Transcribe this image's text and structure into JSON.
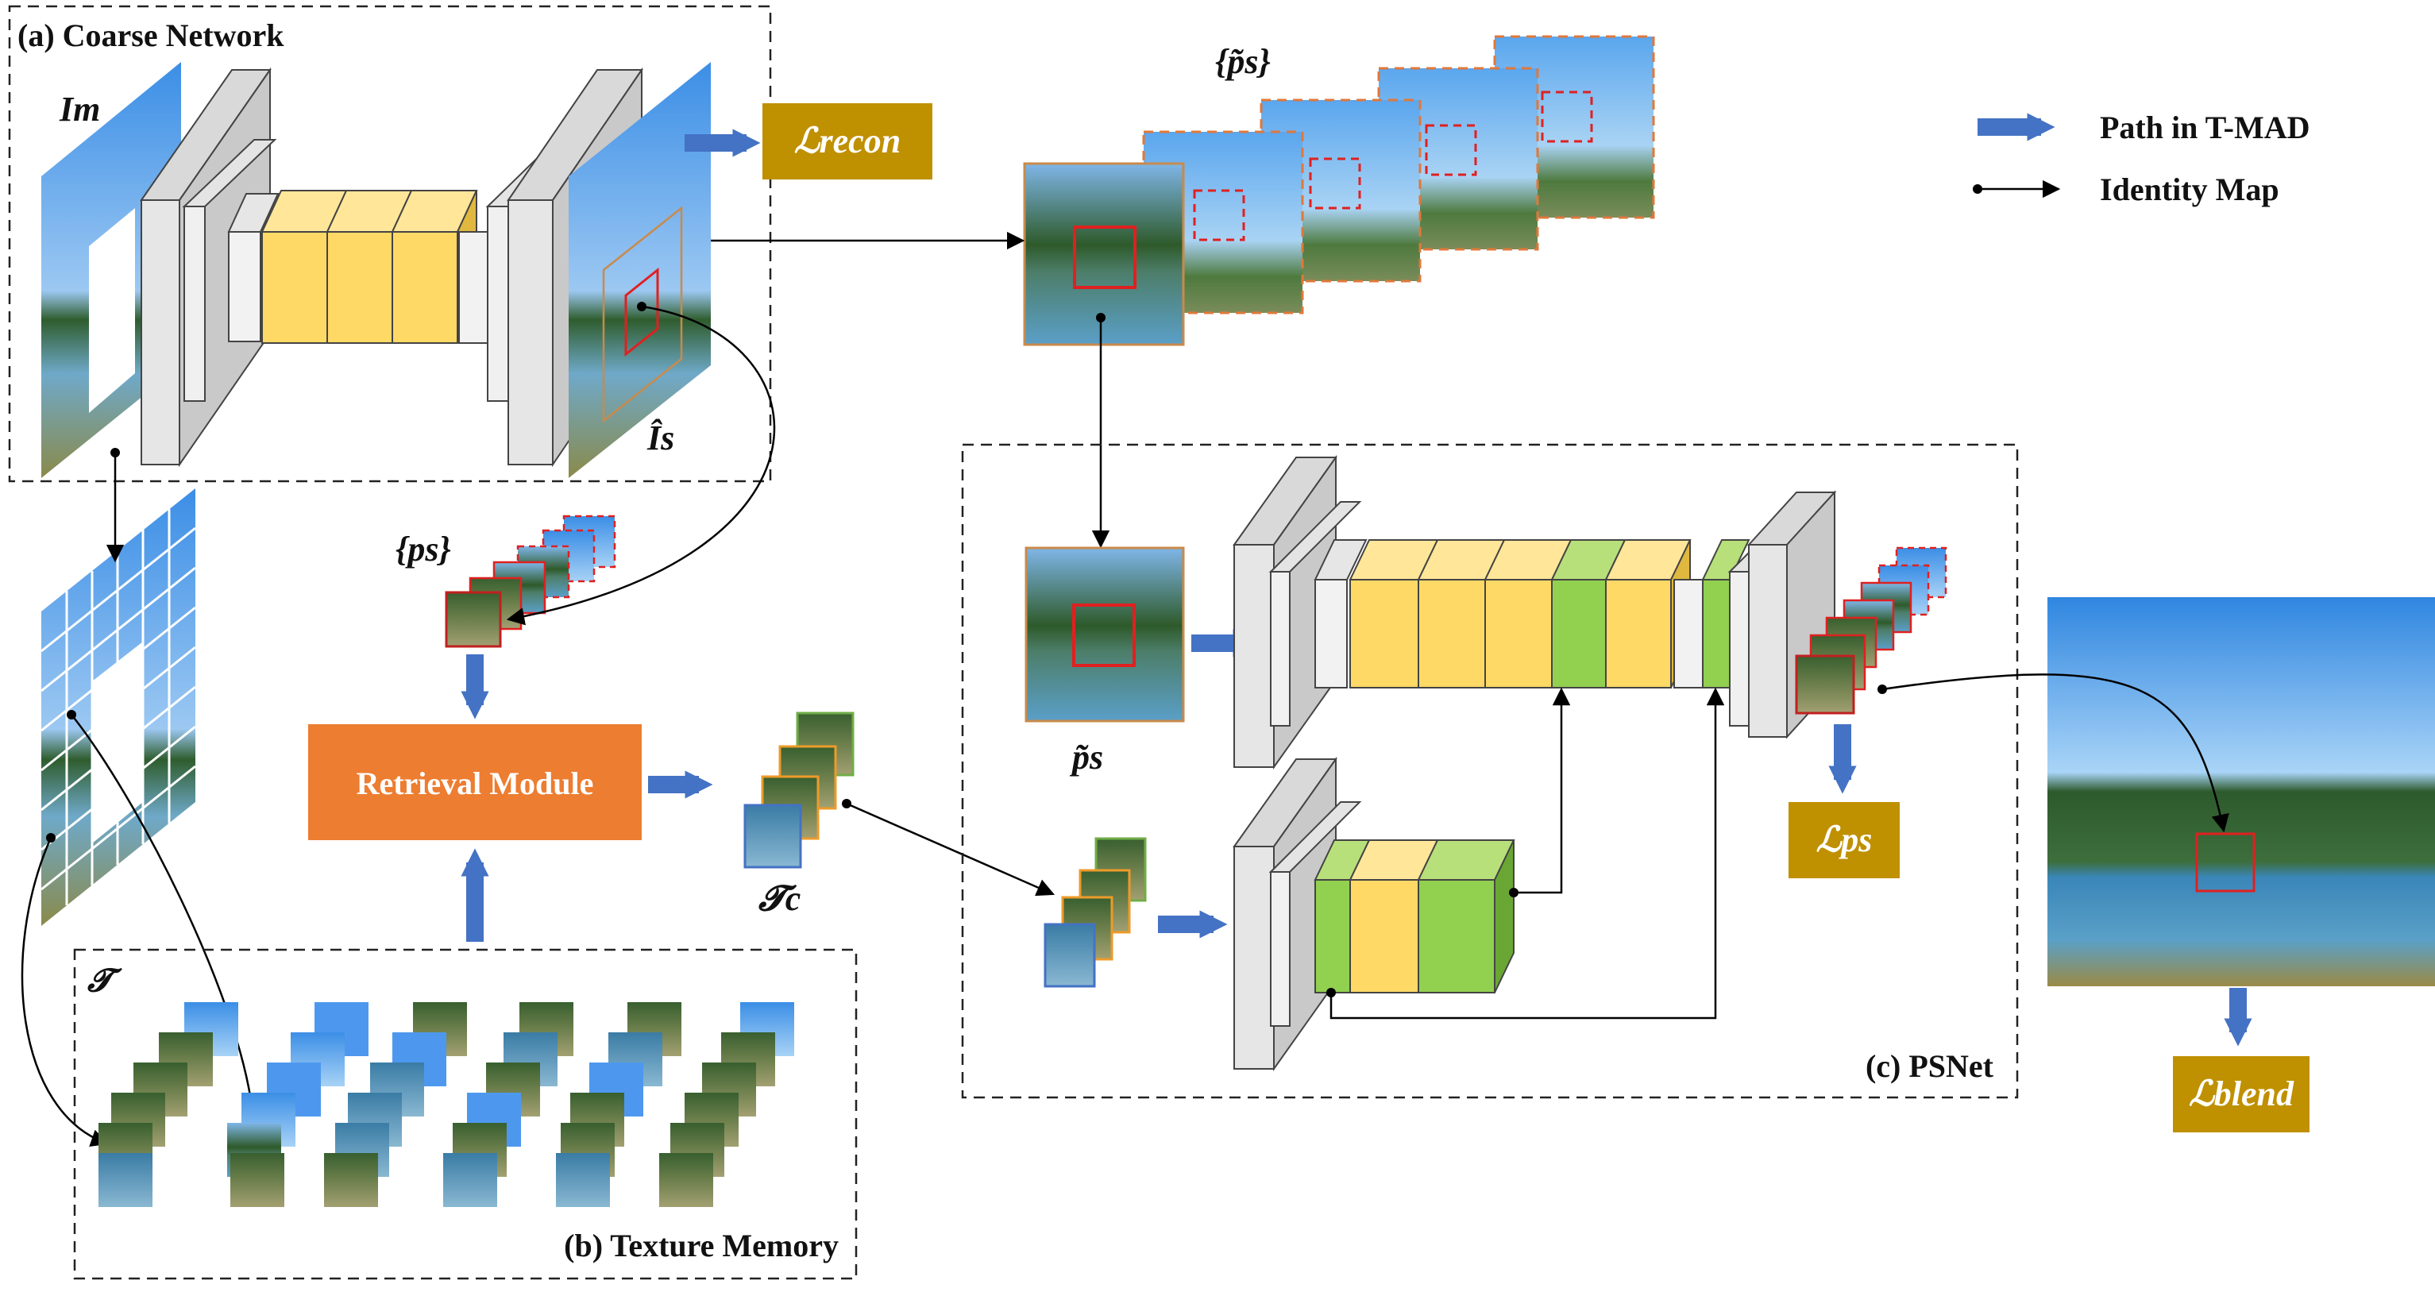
{
  "panels": {
    "coarse_network": "(a) Coarse Network",
    "texture_memory": "(b) Texture Memory",
    "psnet": "(c) PSNet"
  },
  "legend": {
    "path": "Path in T-MAD",
    "identity": "Identity Map"
  },
  "modules": {
    "retrieval": "Retrieval Module"
  },
  "losses": {
    "recon": "ℒrecon",
    "ps": "ℒps",
    "blend": "ℒblend"
  },
  "symbols": {
    "I_m": "Im",
    "I_s": "Îs",
    "p_s_tilde_set": "{p̃s}",
    "p_s_set": "{ps}",
    "p_s_tilde": "p̃s",
    "T": "𝓣",
    "T_c": "𝓣c"
  },
  "colors": {
    "arrow_blue": "#4472c4",
    "loss_gold": "#bf9000",
    "retrieval_orange": "#ed7d31",
    "block_yellow": "#ffd966",
    "block_green": "#92d050",
    "block_gray": "#d9d9d9",
    "sky_blue": "#5fa8ee"
  }
}
